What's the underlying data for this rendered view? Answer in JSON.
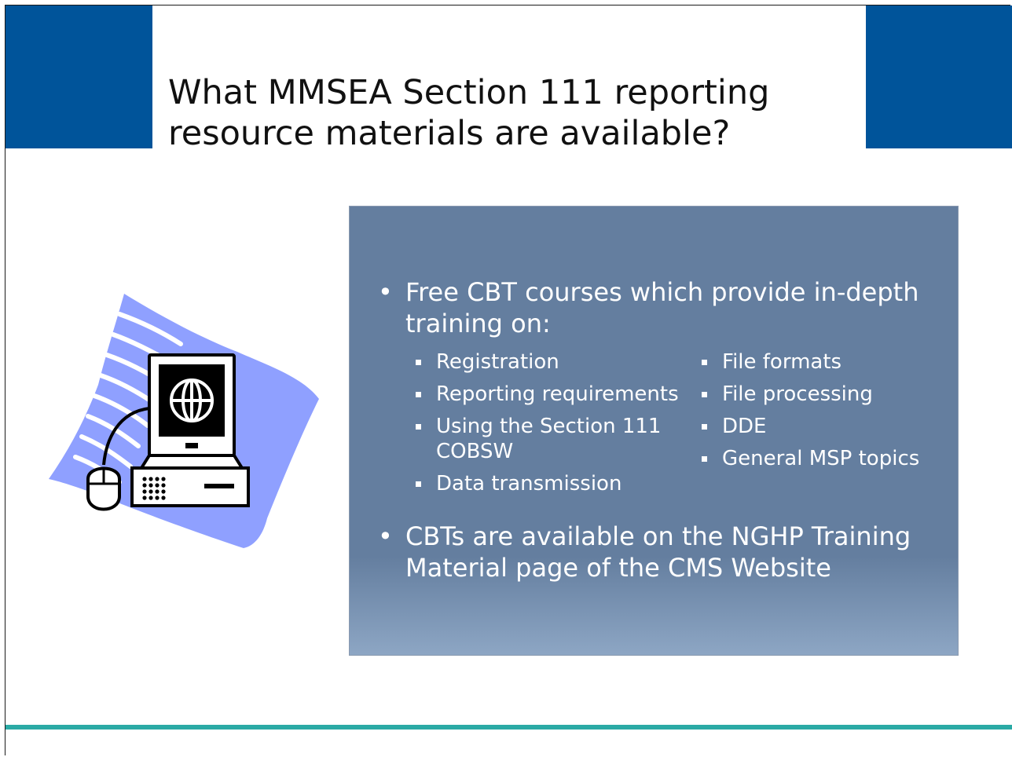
{
  "slide": {
    "title": "What MMSEA Section 111 reporting resource materials are available?",
    "bullets": [
      {
        "marker": "•",
        "text": "Free CBT courses which provide in-depth training on:"
      },
      {
        "marker": "•",
        "text": "CBTs are available on the NGHP Training Material page of the CMS Website"
      }
    ],
    "topics_col1": [
      "Registration",
      "Reporting requirements",
      "Using the Section 111 COBSW",
      "Data transmission"
    ],
    "topics_col2": [
      "File formats",
      "File processing",
      "DDE",
      "General MSP topics"
    ]
  },
  "colors": {
    "brand_blue": "#00549a",
    "content_box": "#647e9f",
    "footer_rule": "#2aaaa5"
  },
  "icons": {
    "clipart": "computer-globe-icon"
  }
}
